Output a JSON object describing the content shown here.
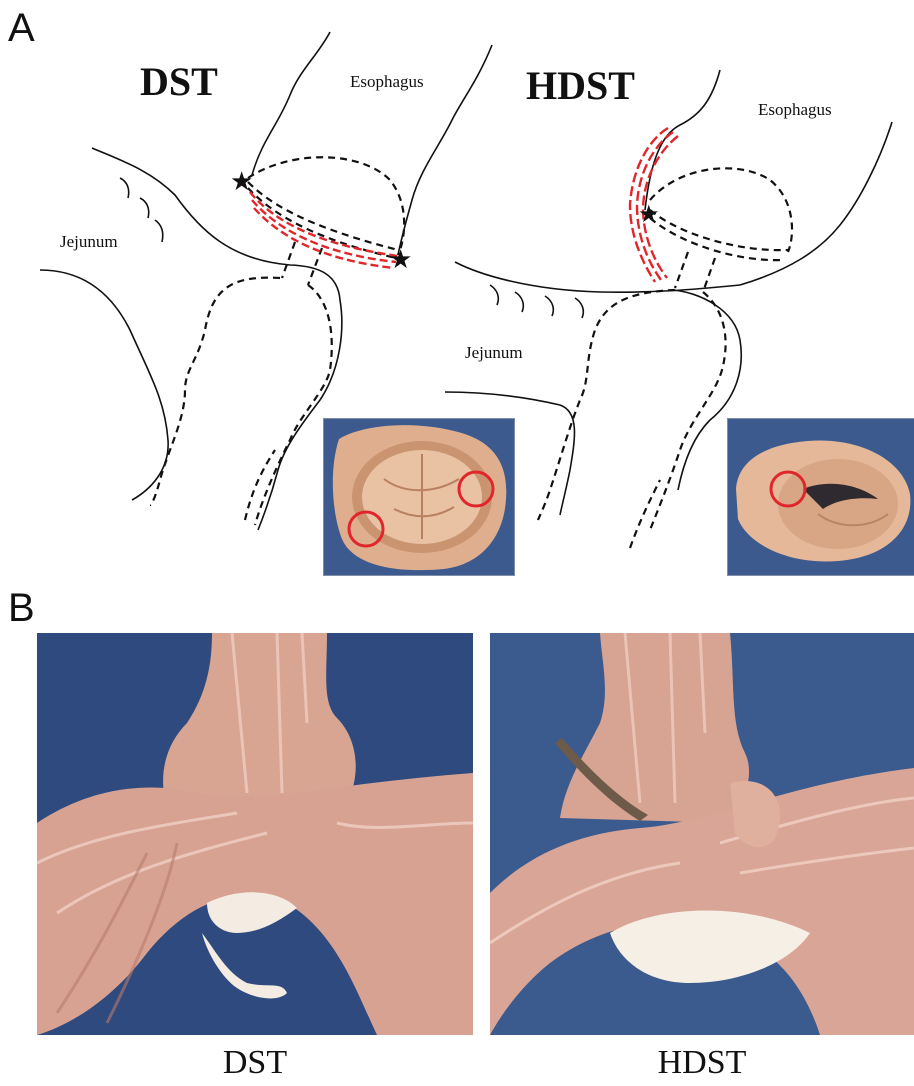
{
  "panels": {
    "a": {
      "letter": "A",
      "left_title": "DST",
      "right_title": "HDST",
      "left_labels": {
        "esophagus": "Esophagus",
        "jejunum": "Jejunum"
      },
      "right_labels": {
        "esophagus": "Esophagus",
        "jejunum": "Jejunum"
      }
    },
    "b": {
      "letter": "B",
      "captions": [
        "DST",
        "HDST"
      ]
    }
  },
  "colors": {
    "staple_line": "#e0262b",
    "photo_background": "#2f4a7a",
    "tissue": "#e8b9a6",
    "marker_circle": "#e0262b"
  },
  "icons": [
    "star-icon"
  ]
}
